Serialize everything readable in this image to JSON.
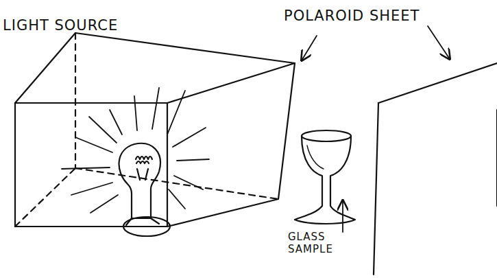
{
  "diagram": {
    "labels": [
      "LIGHT SOURCE",
      "POLAROID SHEET",
      "GLASS SAMPLE"
    ]
  }
}
